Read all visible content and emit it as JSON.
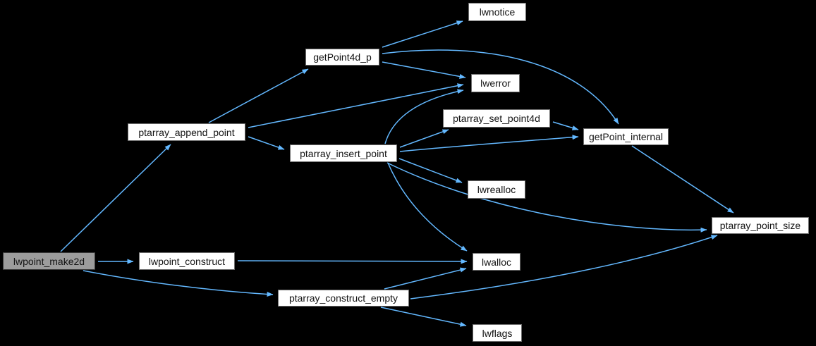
{
  "colors": {
    "background": "#000000",
    "edge": "#63b8ff",
    "node_fill": "#ffffff",
    "node_border": "#6e6e6e",
    "focus_fill": "#9c9c9c",
    "focus_border": "#3a3a3a",
    "text": "#131313"
  },
  "diagram": {
    "type": "call-graph",
    "focus_node": "lwpoint_make2d",
    "nodes": [
      {
        "id": "lwpoint_make2d",
        "label": "lwpoint_make2d",
        "focus": true
      },
      {
        "id": "lwpoint_construct",
        "label": "lwpoint_construct",
        "focus": false
      },
      {
        "id": "ptarray_append_point",
        "label": "ptarray_append_point",
        "focus": false
      },
      {
        "id": "ptarray_insert_point",
        "label": "ptarray_insert_point",
        "focus": false
      },
      {
        "id": "getPoint4d_p",
        "label": "getPoint4d_p",
        "focus": false
      },
      {
        "id": "lwnotice",
        "label": "lwnotice",
        "focus": false
      },
      {
        "id": "lwerror",
        "label": "lwerror",
        "focus": false
      },
      {
        "id": "ptarray_set_point4d",
        "label": "ptarray_set_point4d",
        "focus": false
      },
      {
        "id": "getPoint_internal",
        "label": "getPoint_internal",
        "focus": false
      },
      {
        "id": "lwrealloc",
        "label": "lwrealloc",
        "focus": false
      },
      {
        "id": "ptarray_point_size",
        "label": "ptarray_point_size",
        "focus": false
      },
      {
        "id": "lwalloc",
        "label": "lwalloc",
        "focus": false
      },
      {
        "id": "ptarray_construct_empty",
        "label": "ptarray_construct_empty",
        "focus": false
      },
      {
        "id": "lwflags",
        "label": "lwflags",
        "focus": false
      }
    ],
    "edges": [
      {
        "from": "lwpoint_make2d",
        "to": "ptarray_append_point"
      },
      {
        "from": "lwpoint_make2d",
        "to": "lwpoint_construct"
      },
      {
        "from": "lwpoint_make2d",
        "to": "ptarray_construct_empty"
      },
      {
        "from": "lwpoint_construct",
        "to": "lwalloc"
      },
      {
        "from": "ptarray_append_point",
        "to": "getPoint4d_p"
      },
      {
        "from": "ptarray_append_point",
        "to": "lwerror"
      },
      {
        "from": "ptarray_append_point",
        "to": "ptarray_insert_point"
      },
      {
        "from": "getPoint4d_p",
        "to": "lwnotice"
      },
      {
        "from": "getPoint4d_p",
        "to": "lwerror"
      },
      {
        "from": "getPoint4d_p",
        "to": "getPoint_internal"
      },
      {
        "from": "ptarray_insert_point",
        "to": "lwerror"
      },
      {
        "from": "ptarray_insert_point",
        "to": "ptarray_set_point4d"
      },
      {
        "from": "ptarray_insert_point",
        "to": "getPoint_internal"
      },
      {
        "from": "ptarray_set_point4d",
        "to": "getPoint_internal"
      },
      {
        "from": "ptarray_insert_point",
        "to": "lwrealloc"
      },
      {
        "from": "ptarray_insert_point",
        "to": "lwalloc"
      },
      {
        "from": "ptarray_insert_point",
        "to": "ptarray_point_size"
      },
      {
        "from": "getPoint_internal",
        "to": "ptarray_point_size"
      },
      {
        "from": "ptarray_construct_empty",
        "to": "lwalloc"
      },
      {
        "from": "ptarray_construct_empty",
        "to": "ptarray_point_size"
      },
      {
        "from": "ptarray_construct_empty",
        "to": "lwflags"
      }
    ]
  }
}
